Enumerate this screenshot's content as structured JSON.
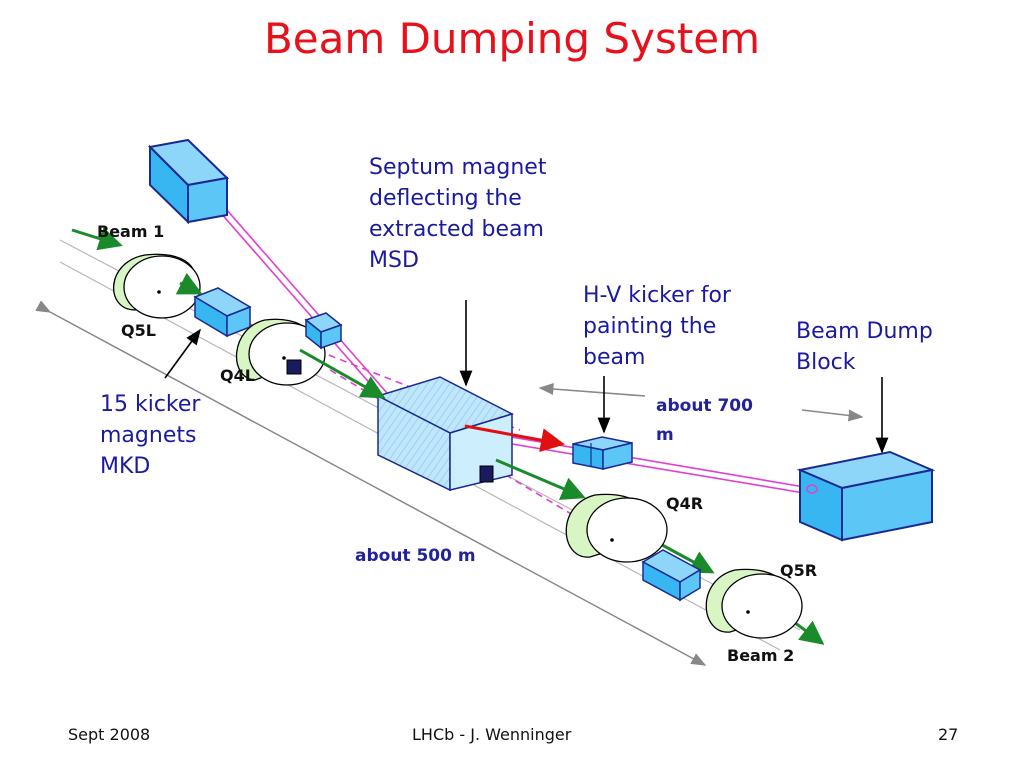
{
  "slide": {
    "title": "Beam Dumping System",
    "footer": {
      "left": "Sept 2008",
      "center": "LHCb - J. Wenninger",
      "right": "27"
    }
  },
  "labels": {
    "septum": "Septum magnet deflecting the extracted beam MSD",
    "hv_kicker": "H-V kicker for painting the beam",
    "dump_block": "Beam Dump Block",
    "kicker_magnets": "15 kicker magnets MKD",
    "about_700": "about 700 m",
    "about_500": "about 500 m",
    "beam1": "Beam 1",
    "beam2": "Beam 2",
    "q5l": "Q5L",
    "q4l": "Q4L",
    "q4r": "Q4R",
    "q5r": "Q5R"
  },
  "colors": {
    "title": "#e8101a",
    "label_text": "#1a1aa0",
    "box_fill": "#38b6f2",
    "box_edge": "#1a2a90",
    "quad_fill": "#d8f5c4",
    "beam_green": "#1a8a2a",
    "extraction_magenta": "#e040d0",
    "kick_red": "#e01010"
  }
}
